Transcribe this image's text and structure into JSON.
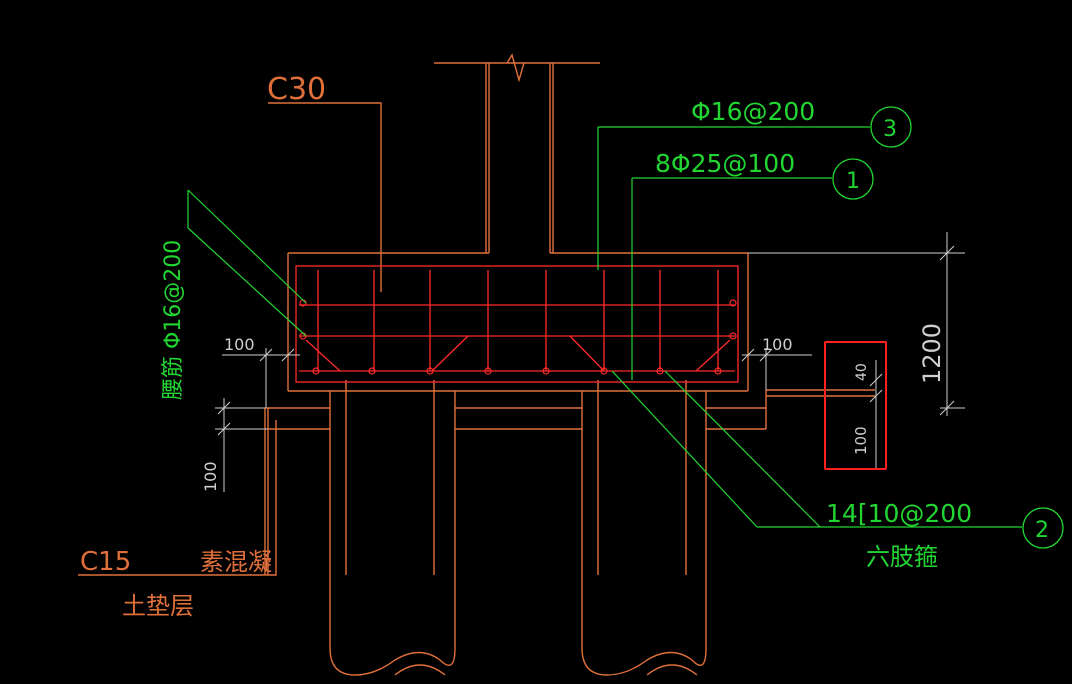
{
  "colors": {
    "background": "#000000",
    "concrete_outline": "#e0703a",
    "rebar": "#ff2a2a",
    "leader_green": "#22d632",
    "dim_grey": "#cfcfcf",
    "highlight_box": "#ff2020"
  },
  "labels": {
    "concrete_grade": "C30",
    "top_bar_spec": "Φ16@200",
    "bottom_bar_spec": "8Φ25@100",
    "side_bar_spec": "腰筋 Φ16@200",
    "stirrup_spec": "14[10@200",
    "stirrup_type": "六肢箍",
    "cushion_grade": "C15",
    "cushion_material": "素混凝",
    "cushion_layer": "土垫层"
  },
  "callouts": {
    "c1": "1",
    "c2": "2",
    "c3": "3"
  },
  "dimensions": {
    "left_offset": "100",
    "right_offset": "100",
    "cushion_thickness": "100",
    "cap_height": "1200",
    "cover": "40",
    "pile_embed": "100"
  }
}
